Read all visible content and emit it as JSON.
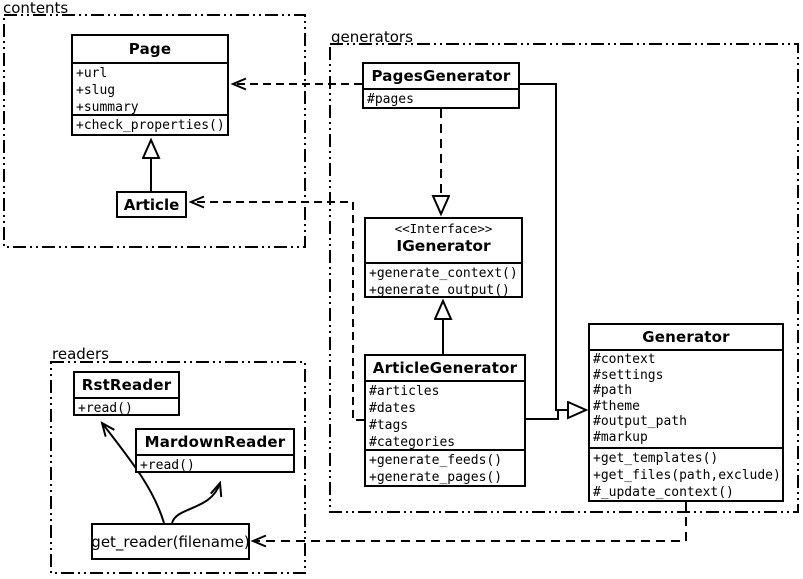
{
  "colors": {
    "line": "#000000",
    "background": "#ffffff"
  },
  "packages": {
    "contents": {
      "label": "contents"
    },
    "generators": {
      "label": "generators"
    },
    "readers": {
      "label": "readers"
    }
  },
  "classes": {
    "page": {
      "title": "Page",
      "attributes": [
        "+url",
        "+slug",
        "+summary"
      ],
      "methods": [
        "+check_properties()"
      ]
    },
    "article": {
      "title": "Article"
    },
    "pages_generator": {
      "title": "PagesGenerator",
      "attributes": [
        "#pages"
      ]
    },
    "igenerator": {
      "stereotype": "<<Interface>>",
      "title": "IGenerator",
      "methods": [
        "+generate_context()",
        "+generate_output()"
      ]
    },
    "article_generator": {
      "title": "ArticleGenerator",
      "attributes": [
        "#articles",
        "#dates",
        "#tags",
        "#categories"
      ],
      "methods": [
        "+generate_feeds()",
        "+generate_pages()"
      ]
    },
    "generator": {
      "title": "Generator",
      "attributes": [
        "#context",
        "#settings",
        "#path",
        "#theme",
        "#output_path",
        "#markup"
      ],
      "methods": [
        "+get_templates()",
        "+get_files(path,exclude)",
        "#_update_context()"
      ]
    },
    "rst_reader": {
      "title": "RstReader",
      "methods": [
        "+read()"
      ]
    },
    "mardown_reader": {
      "title": "MardownReader",
      "methods": [
        "+read()"
      ]
    },
    "get_reader": {
      "label": "get_reader(filename)"
    }
  }
}
